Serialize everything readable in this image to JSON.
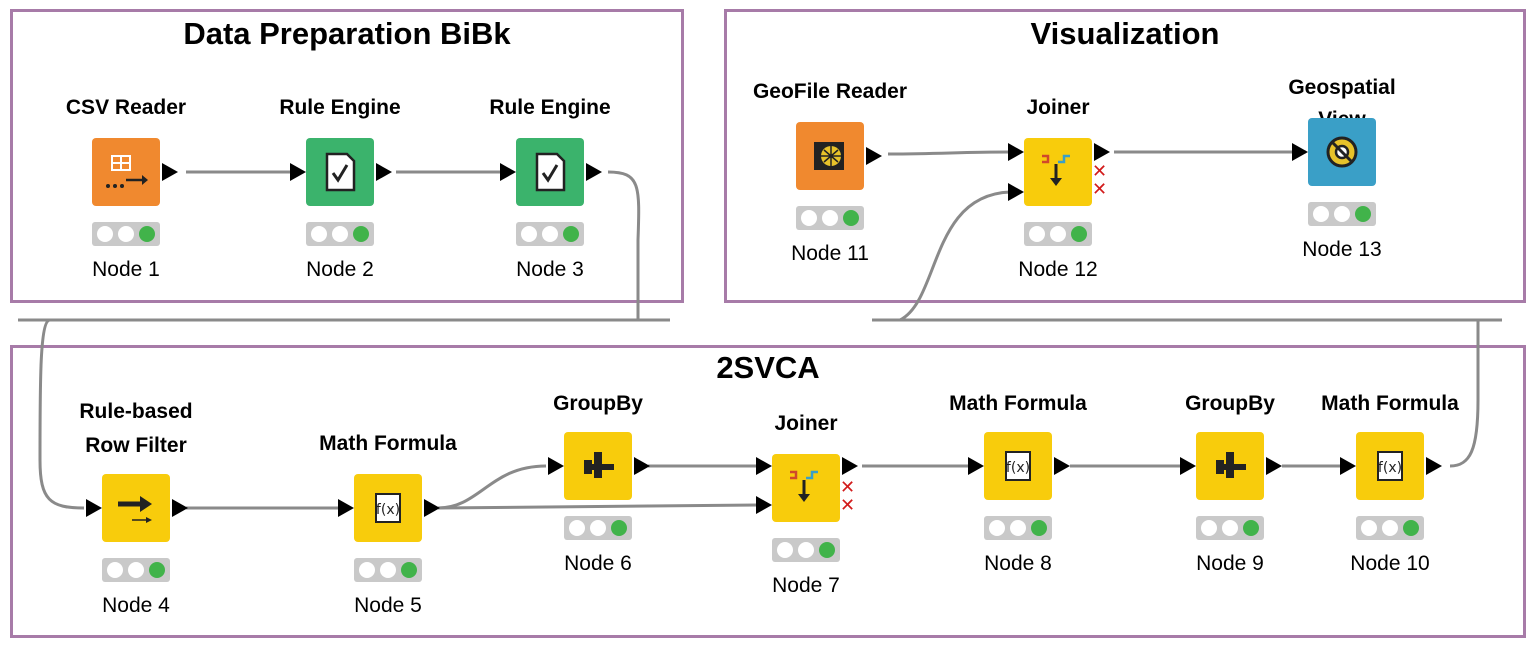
{
  "annotations": [
    {
      "id": "data-prep",
      "title": "Data Preparation BiBk"
    },
    {
      "id": "visualization",
      "title": "Visualization"
    },
    {
      "id": "2svca",
      "title": "2SVCA"
    }
  ],
  "nodes": [
    {
      "id": "n1",
      "title": [
        "CSV Reader"
      ],
      "label": "Node 1",
      "type": "reader",
      "color": "#f0892f",
      "icon": "table-arrow-icon"
    },
    {
      "id": "n2",
      "title": [
        "Rule Engine"
      ],
      "label": "Node 2",
      "type": "manipulator",
      "color": "#3bb36c",
      "icon": "document-check-icon"
    },
    {
      "id": "n3",
      "title": [
        "Rule Engine"
      ],
      "label": "Node 3",
      "type": "manipulator",
      "color": "#3bb36c",
      "icon": "document-check-icon"
    },
    {
      "id": "n4",
      "title": [
        "Rule-based",
        "Row Filter"
      ],
      "label": "Node 4",
      "type": "manipulator",
      "color": "#f8cc0c",
      "icon": "filter-arrow-icon"
    },
    {
      "id": "n5",
      "title": [
        "Math Formula"
      ],
      "label": "Node 5",
      "type": "manipulator",
      "color": "#f8cc0c",
      "icon": "fx-icon"
    },
    {
      "id": "n6",
      "title": [
        "GroupBy"
      ],
      "label": "Node 6",
      "type": "manipulator",
      "color": "#f8cc0c",
      "icon": "groupby-icon"
    },
    {
      "id": "n7",
      "title": [
        "Joiner"
      ],
      "label": "Node 7",
      "type": "manipulator",
      "color": "#f8cc0c",
      "icon": "joiner-icon"
    },
    {
      "id": "n8",
      "title": [
        "Math Formula"
      ],
      "label": "Node 8",
      "type": "manipulator",
      "color": "#f8cc0c",
      "icon": "fx-icon"
    },
    {
      "id": "n9",
      "title": [
        "GroupBy"
      ],
      "label": "Node 9",
      "type": "manipulator",
      "color": "#f8cc0c",
      "icon": "groupby-icon"
    },
    {
      "id": "n10",
      "title": [
        "Math Formula"
      ],
      "label": "Node 10",
      "type": "manipulator",
      "color": "#f8cc0c",
      "icon": "fx-icon"
    },
    {
      "id": "n11",
      "title": [
        "GeoFile Reader"
      ],
      "label": "Node 11",
      "type": "reader",
      "color": "#f0892f",
      "icon": "globe-file-icon"
    },
    {
      "id": "n12",
      "title": [
        "Joiner"
      ],
      "label": "Node 12",
      "type": "manipulator",
      "color": "#f8cc0c",
      "icon": "joiner-icon"
    },
    {
      "id": "n13",
      "title": [
        "Geospatial View"
      ],
      "label": "Node 13",
      "type": "view",
      "color": "#3a9fc7",
      "icon": "map-eye-icon"
    }
  ],
  "connections": [
    [
      "n1",
      "n2"
    ],
    [
      "n2",
      "n3"
    ],
    [
      "n3",
      "n4"
    ],
    [
      "n4",
      "n5"
    ],
    [
      "n5",
      "n6"
    ],
    [
      "n5",
      "n7"
    ],
    [
      "n6",
      "n7"
    ],
    [
      "n7",
      "n8"
    ],
    [
      "n8",
      "n9"
    ],
    [
      "n9",
      "n10"
    ],
    [
      "n10",
      "n12"
    ],
    [
      "n11",
      "n12"
    ],
    [
      "n12",
      "n13"
    ]
  ],
  "status_colors": {
    "executed": "#41b34a",
    "idle": "#ffffff",
    "bar": "#c9c9c9"
  },
  "annotation_border_color": "#a77ba8"
}
